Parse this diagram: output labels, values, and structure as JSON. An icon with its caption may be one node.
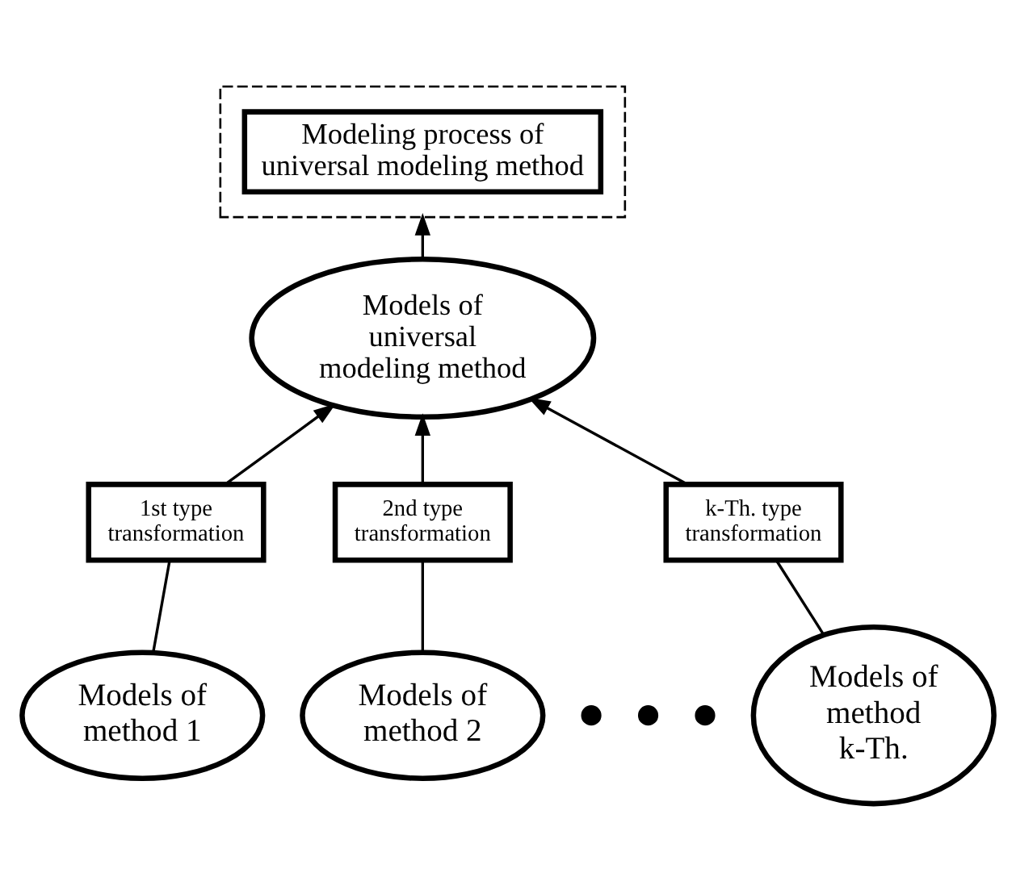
{
  "diagram": {
    "nodes": [
      {
        "text": [],
        "shape": "box"
      },
      {
        "text": [
          "Modeling process of universal modeling method"
        ],
        "in": 0
      },
      {
        "text": [
          "Models of universal modeling method"
        ]
      },
      {
        "text": [
          "1st type transformation"
        ]
      },
      {
        "text": [
          "2nd type transformation"
        ]
      },
      {
        "text": [
          "k-Th. type transformation"
        ]
      },
      {
        "text": [
          "Models of method 1"
        ]
      },
      {
        "text": [
          "Models of method 2"
        ]
      },
      {
        "text": [
          "Models of method k-Th."
        ]
      }
    ],
    "edges": [
      {
        "from": 2,
        "to": 0,
        "arrow": "to"
      },
      {
        "from": 3,
        "to": 2,
        "arrow": "to"
      },
      {
        "from": 4,
        "to": 2,
        "arrow": "to"
      },
      {
        "from": 5,
        "to": 2,
        "arrow": "to"
      },
      {
        "from": 6,
        "to": 3,
        "arrow": "none"
      },
      {
        "from": 7,
        "to": 4,
        "arrow": "none"
      },
      {
        "from": 8,
        "to": 5,
        "arrow": "none"
      }
    ]
  }
}
